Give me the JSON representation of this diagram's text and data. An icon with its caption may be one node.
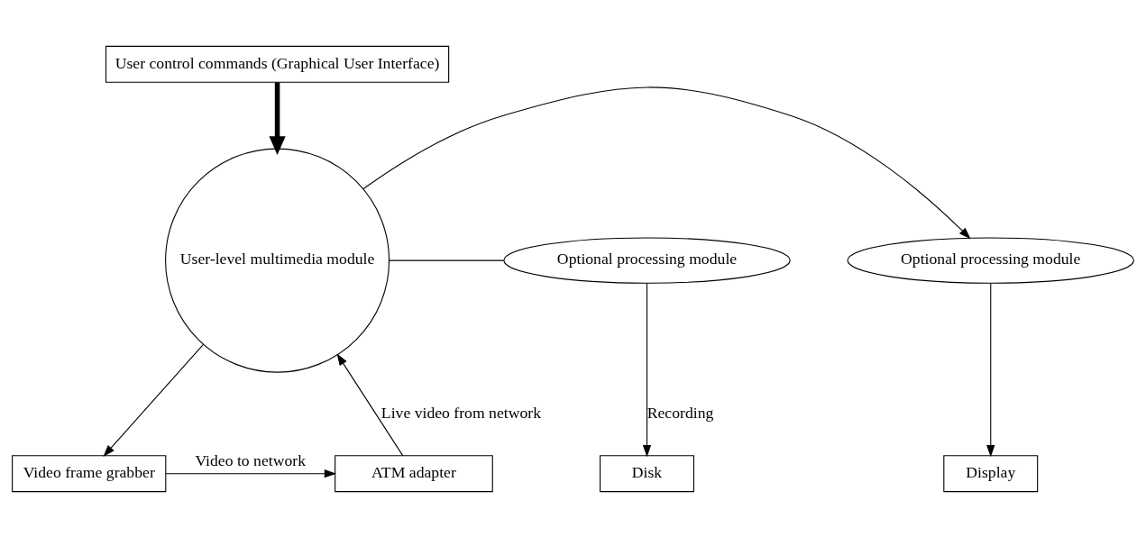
{
  "diagram": {
    "nodes": [
      {
        "text": [
          "User control commands (Graphical User Interface)"
        ]
      },
      {
        "text": [
          "Optional processing module"
        ]
      },
      {
        "text": [
          "User-level multimedia module"
        ]
      },
      {
        "text": [
          "Optional processing module"
        ]
      },
      {
        "text": [
          "Display"
        ]
      },
      {
        "text": [
          "ATM adapter"
        ]
      },
      {
        "text": [
          "Video frame grabber"
        ]
      },
      {
        "text": [
          "Disk"
        ]
      }
    ],
    "edges": [
      {
        "from": 0,
        "to": 2,
        "arrow": "to",
        "style": "thick"
      },
      {
        "from": 2,
        "to": 1,
        "arrow": "to"
      },
      {
        "from": 1,
        "to": 4,
        "arrow": "to"
      },
      {
        "from": 2,
        "to": 3,
        "arrow": "none"
      },
      {
        "from": 3,
        "to": 7,
        "arrow": "to",
        "label": "Recording"
      },
      {
        "from": 5,
        "to": 2,
        "arrow": "to",
        "label": "Live video from network"
      },
      {
        "from": 2,
        "to": 6,
        "arrow": "to"
      },
      {
        "from": 6,
        "to": 5,
        "arrow": "to",
        "label": "Video to network"
      }
    ]
  }
}
